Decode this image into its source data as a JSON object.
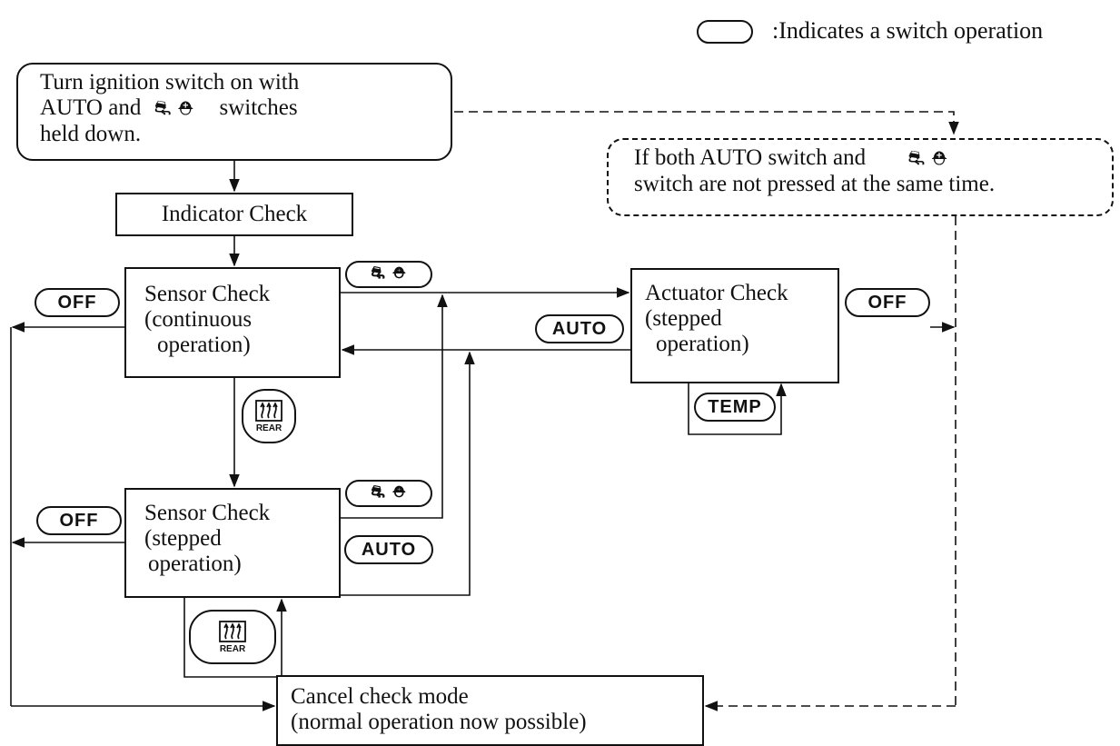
{
  "legend": {
    "text": ":Indicates a switch operation"
  },
  "nodes": {
    "start": {
      "line1": "Turn ignition switch on with",
      "line2a": "AUTO and",
      "line2b": "switches",
      "line3": "held down."
    },
    "indicator": {
      "label": "Indicator Check"
    },
    "sensor_cont": {
      "line1": "Sensor Check",
      "line2": "(continuous",
      "line3": "operation)"
    },
    "sensor_step": {
      "line1": "Sensor Check",
      "line2": "(stepped",
      "line3": "operation)"
    },
    "actuator": {
      "line1": "Actuator Check",
      "line2": "(stepped",
      "line3": "operation)"
    },
    "condition": {
      "line1": "If both AUTO switch and",
      "line2": "switch are not pressed at the same time."
    },
    "cancel": {
      "line1": "Cancel check mode",
      "line2": "(normal operation now possible)"
    }
  },
  "switches": {
    "off": "OFF",
    "auto": "AUTO",
    "temp": "TEMP",
    "rear": "REAR"
  },
  "icons": {
    "mode_switch": "air-recirculation-switch-icon",
    "defrost": "rear-defroster-icon"
  }
}
